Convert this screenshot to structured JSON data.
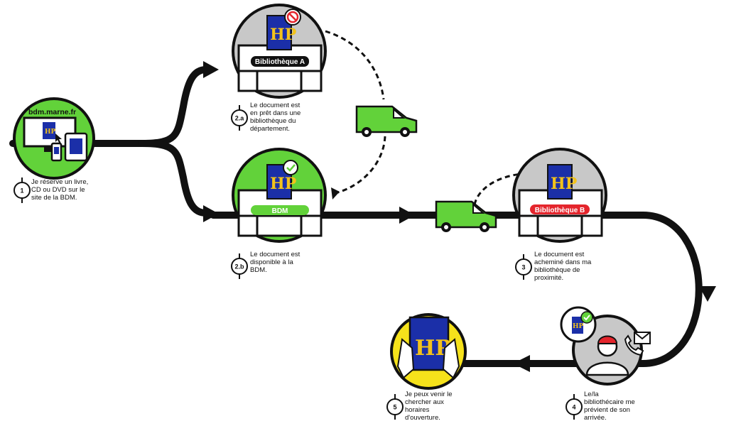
{
  "site_url": "bdm.marne.fr",
  "book_logo": "HP",
  "libraries": {
    "a": "Bibliothèque A",
    "bdm": "BDM",
    "b": "Bibliothèque B"
  },
  "steps": [
    {
      "num": "1",
      "lines": [
        "Je réserve un livre,",
        "CD ou DVD sur le",
        "site de la BDM."
      ]
    },
    {
      "num": "2.a",
      "lines": [
        "Le document est",
        "en prêt dans une",
        "bibliothèque du",
        "département."
      ]
    },
    {
      "num": "2.b",
      "lines": [
        "Le document est",
        "disponible à la",
        "BDM."
      ]
    },
    {
      "num": "3",
      "lines": [
        "Le document est",
        "acheminé dans ma",
        "bibliothèque de",
        "proximité."
      ]
    },
    {
      "num": "4",
      "lines": [
        "Le/la",
        "bibliothécaire me",
        "prévient de son",
        "arrivée."
      ]
    },
    {
      "num": "5",
      "lines": [
        "Je peux venir le",
        "chercher aux",
        "horaires",
        "d'ouverture."
      ]
    }
  ],
  "colors": {
    "green": "#62d23a",
    "grey": "#c8c8c8",
    "yellow": "#f6e21b",
    "red": "#e4252c",
    "blue": "#1b2fa8",
    "gold": "#f2c21b",
    "black": "#111111"
  },
  "icons": [
    "monitor-icon",
    "phone-icon",
    "tablet-icon",
    "cursor-icon",
    "forbidden-icon",
    "check-icon",
    "van-icon",
    "phone-call-icon",
    "envelope-icon",
    "librarian-icon",
    "hands-icon"
  ]
}
